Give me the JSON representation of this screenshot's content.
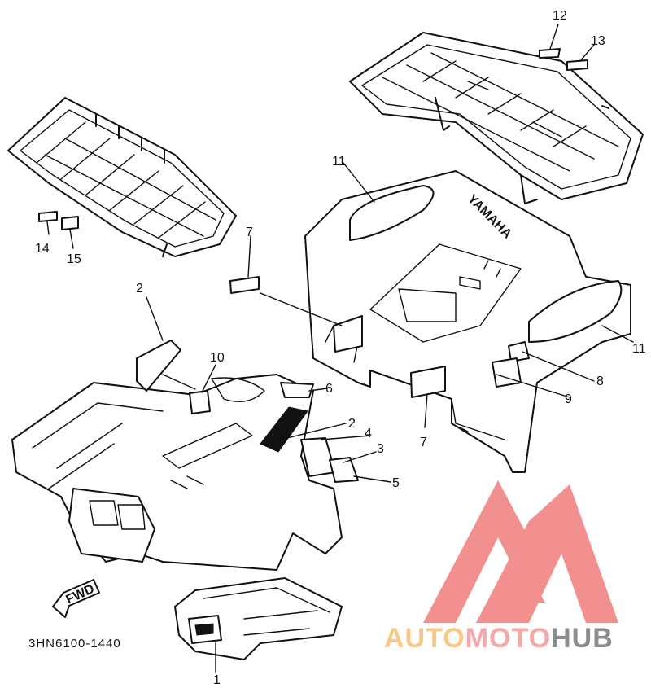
{
  "diagram": {
    "part_code": "3HN6100-1440",
    "direction_label": "FWD",
    "emblem_text": "YAMAHA",
    "callouts": [
      "1",
      "2",
      "2",
      "3",
      "4",
      "5",
      "6",
      "7",
      "7",
      "8",
      "9",
      "10",
      "11",
      "11",
      "12",
      "13",
      "14",
      "15"
    ]
  },
  "watermark": {
    "text_auto": "AUTO",
    "text_moto": "MOTO",
    "text_hub": "HUB",
    "colors": {
      "logo": "#f28a8a",
      "auto": "#f6c98a",
      "moto": "#f4a8a8",
      "hub": "#8c8c8c"
    }
  }
}
